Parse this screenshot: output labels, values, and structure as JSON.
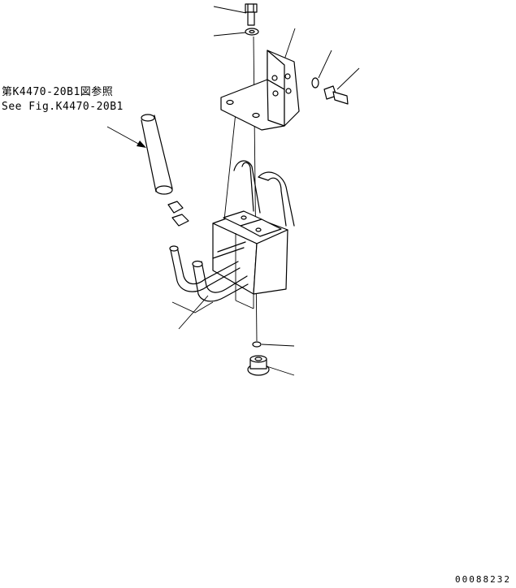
{
  "reference": {
    "jp": "第K4470-20B1図参照",
    "en": "See Fig.K4470-20B1"
  },
  "drawing_number": "00088232"
}
